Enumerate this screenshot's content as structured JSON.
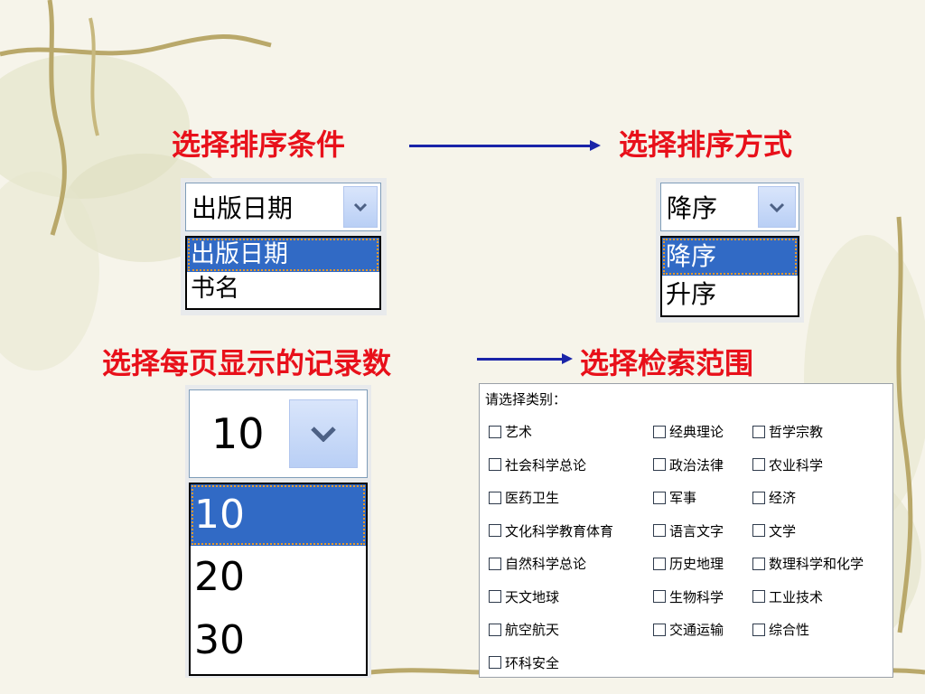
{
  "headings": {
    "sort_condition": "选择排序条件",
    "sort_order": "选择排序方式",
    "per_page": "选择每页显示的记录数",
    "search_scope": "选择检索范围"
  },
  "sort_condition_select": {
    "value": "出版日期",
    "options": [
      "出版日期",
      "书名"
    ],
    "selected_index": 0
  },
  "sort_order_select": {
    "value": "降序",
    "options": [
      "降序",
      "升序"
    ],
    "selected_index": 0
  },
  "per_page_select": {
    "value": "10",
    "options": [
      "10",
      "20",
      "30"
    ],
    "selected_index": 0
  },
  "category_panel": {
    "title": "请选择类别：",
    "categories": [
      [
        "艺术",
        "经典理论",
        "哲学宗教"
      ],
      [
        "社会科学总论",
        "政治法律",
        "农业科学"
      ],
      [
        "医药卫生",
        "军事",
        "经济"
      ],
      [
        "文化科学教育体育",
        "语言文字",
        "文学"
      ],
      [
        "自然科学总论",
        "历史地理",
        "数理科学和化学"
      ],
      [
        "天文地球",
        "生物科学",
        "工业技术"
      ],
      [
        "航空航天",
        "交通运输",
        "综合性"
      ],
      [
        "环科安全"
      ]
    ]
  },
  "colors": {
    "heading": "#e8101a",
    "arrow": "#1a24a8",
    "selection": "#316ac5"
  },
  "icons": [
    "chevron-down-icon",
    "arrow-right-icon",
    "checkbox-icon"
  ]
}
